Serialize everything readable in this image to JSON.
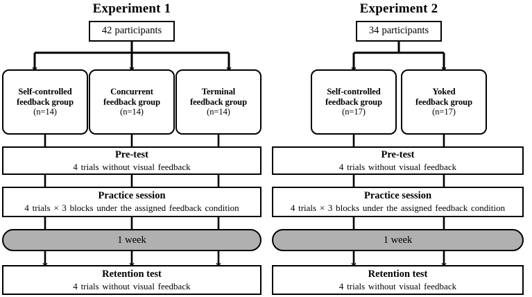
{
  "figure": {
    "type": "flowchart",
    "description": "Two-panel experimental design flow diagram"
  },
  "colors": {
    "stroke": "#000000",
    "background": "#ffffff",
    "pill_fill": "#b0b0b0"
  },
  "panels": [
    {
      "id": "experiment-1",
      "title": "Experiment 1",
      "root": {
        "label": "42 participants"
      },
      "groups": [
        {
          "line1": "Self-controlled",
          "line2": "feedback group",
          "line3": "(n=14)"
        },
        {
          "line1": "Concurrent",
          "line2": "feedback group",
          "line3": "(n=14)"
        },
        {
          "line1": "Terminal",
          "line2": "feedback group",
          "line3": "(n=14)"
        }
      ],
      "stages": [
        {
          "title": "Pre-test",
          "sub": "4 trials without visual feedback"
        },
        {
          "title": "Practice session",
          "sub": "4 trials × 3 blocks under the assigned feedback condition"
        }
      ],
      "interval": {
        "label": "1 week"
      },
      "retention": {
        "title": "Retention test",
        "sub": "4 trials without visual feedback"
      }
    },
    {
      "id": "experiment-2",
      "title": "Experiment 2",
      "root": {
        "label": "34 participants"
      },
      "groups": [
        {
          "line1": "Self-controlled",
          "line2": "feedback group",
          "line3": "(n=17)"
        },
        {
          "line1": "Yoked",
          "line2": "feedback group",
          "line3": "(n=17)"
        }
      ],
      "stages": [
        {
          "title": "Pre-test",
          "sub": "4 trials without visual feedback"
        },
        {
          "title": "Practice session",
          "sub": "4 trials × 3 blocks under the assigned feedback condition"
        }
      ],
      "interval": {
        "label": "1 week"
      },
      "retention": {
        "title": "Retention test",
        "sub": "4 trials without visual feedback"
      }
    }
  ]
}
